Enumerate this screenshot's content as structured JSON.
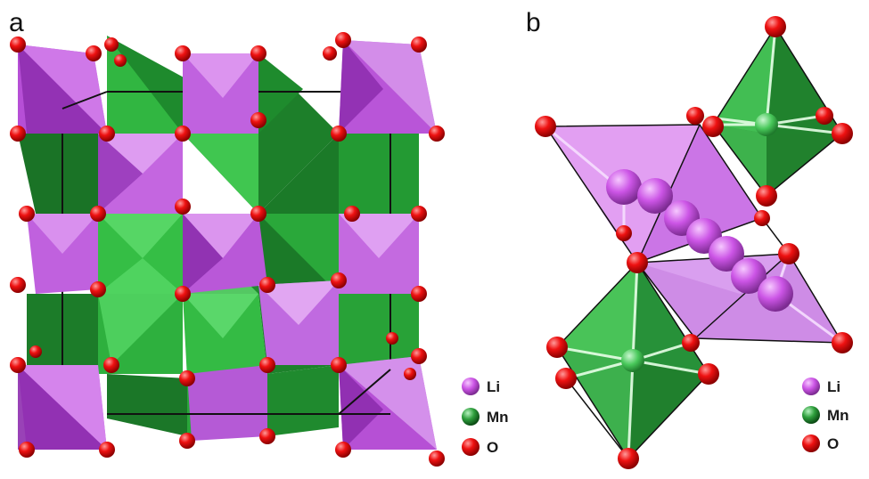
{
  "panels": [
    {
      "label": "a",
      "legend": [
        {
          "symbol": "Li",
          "color": "#cc55e6"
        },
        {
          "symbol": "Mn",
          "color": "#1f8a2e"
        },
        {
          "symbol": "O",
          "color": "#ee1111"
        }
      ]
    },
    {
      "label": "b",
      "legend": [
        {
          "symbol": "Li",
          "color": "#cc55e6"
        },
        {
          "symbol": "Mn",
          "color": "#1f8a2e"
        },
        {
          "symbol": "O",
          "color": "#ee1111"
        }
      ]
    }
  ],
  "colors": {
    "li_polyhedron": "#c266dd",
    "li_polyhedron_light": "#e59cf0",
    "mn_polyhedron": "#33bb44",
    "mn_polyhedron_dark": "#1c7a2a",
    "oxygen": "#ee1111",
    "cell_edge": "#111111"
  }
}
